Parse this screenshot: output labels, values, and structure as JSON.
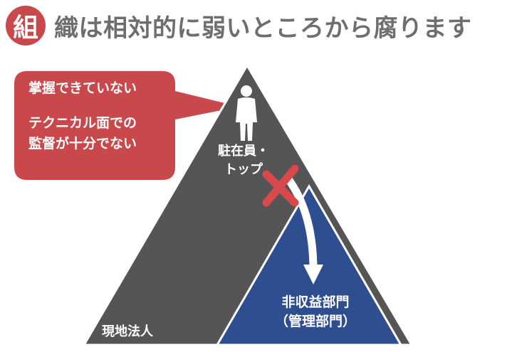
{
  "header": {
    "badge": "組",
    "title": "織は相対的に弱いところから腐ります"
  },
  "callout": {
    "line1": "掌握できていない",
    "line2": "テクニカル面での",
    "line3": "監督が十分でない"
  },
  "pyramid": {
    "top_label_1": "駐在員・",
    "top_label_2": "トップ",
    "dept_label_1": "非収益部門",
    "dept_label_2": "（管理部門）",
    "base_label": "現地法人"
  },
  "colors": {
    "red": "#c8484b",
    "dark_gray": "#555555",
    "navy": "#2f4e8f",
    "cross": "#d9484b"
  }
}
